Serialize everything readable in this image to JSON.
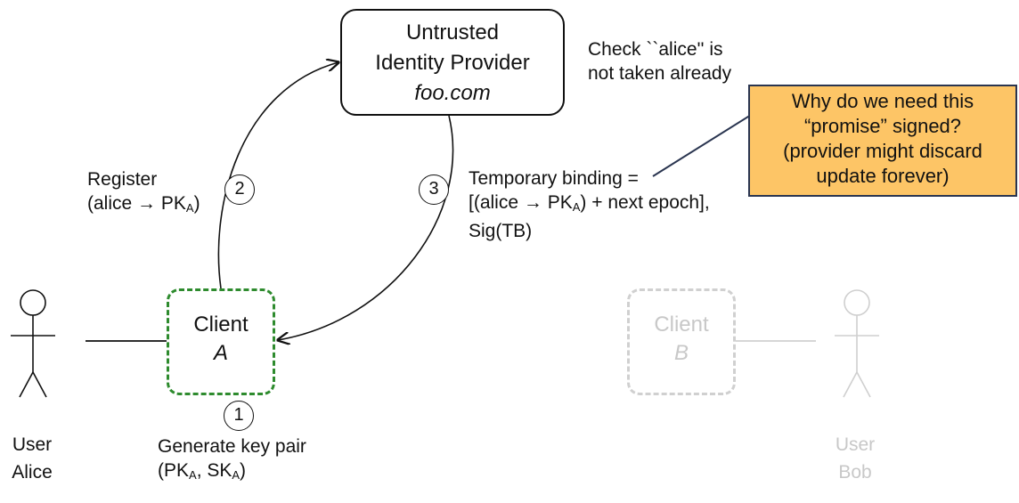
{
  "provider": {
    "line1": "Untrusted",
    "line2": "Identity Provider",
    "line3": "foo.com"
  },
  "check_note": {
    "line1": "Check ``alice'' is",
    "line2": "not taken already"
  },
  "callout": {
    "line1": "Why do we need this",
    "line2": "“promise” signed?",
    "line3": "(provider might discard",
    "line4": "update forever)",
    "fill_color": "#fdc566",
    "border_color": "#2a3550"
  },
  "register": {
    "line1": "Register",
    "line2_prefix": "(alice ",
    "arrow": "→",
    "line2_pk": " PK",
    "line2_sub": "A",
    "line2_suffix": ")"
  },
  "binding": {
    "line1": "Temporary binding =",
    "line2_prefix": "[(alice ",
    "arrow": "→",
    "line2_pk": " PK",
    "line2_sub": "A",
    "line2_suffix": ") + next epoch],",
    "line3": "Sig(TB)"
  },
  "steps": [
    "1",
    "2",
    "3"
  ],
  "client_a": {
    "name": "Client",
    "id": "A",
    "border_color": "#2e8b2e"
  },
  "client_b": {
    "name": "Client",
    "id": "B",
    "border_color": "#d0d0d0"
  },
  "keypair": {
    "line1": "Generate key pair",
    "line2_open": "(PK",
    "sub1": "A",
    "sep": ", SK",
    "sub2": "A",
    "line2_close": ")"
  },
  "user_alice": {
    "line1": "User",
    "line2": "Alice"
  },
  "user_bob": {
    "line1": "User",
    "line2": "Bob"
  }
}
